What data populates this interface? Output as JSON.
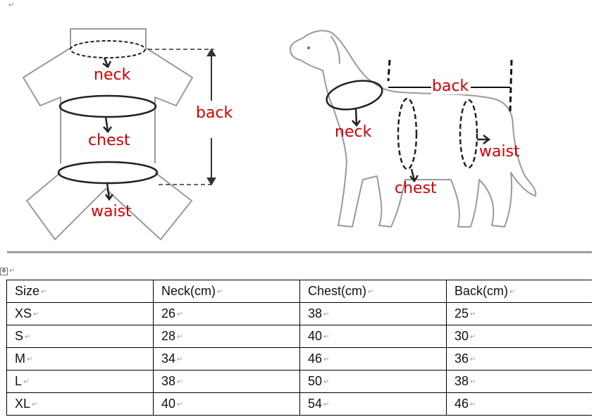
{
  "diagram": {
    "shirt_labels": {
      "neck": "neck",
      "chest": "chest",
      "waist": "waist",
      "back": "back"
    },
    "dog_labels": {
      "neck": "neck",
      "chest": "chest",
      "waist": "waist",
      "back": "back"
    }
  },
  "table": {
    "headers": [
      "Size",
      "Neck(cm)",
      "Chest(cm)",
      "Back(cm)"
    ],
    "rows": [
      [
        "XS",
        "26",
        "38",
        "25"
      ],
      [
        "S",
        "28",
        "40",
        "30"
      ],
      [
        "M",
        "34",
        "46",
        "36"
      ],
      [
        "L",
        "38",
        "50",
        "38"
      ],
      [
        "XL",
        "40",
        "54",
        "46"
      ]
    ]
  },
  "marks": {
    "paragraph": "↵",
    "move_handle": "✥"
  },
  "colors": {
    "label": "#d10000",
    "outline": "#9a9a9a",
    "measure": "#222222"
  }
}
